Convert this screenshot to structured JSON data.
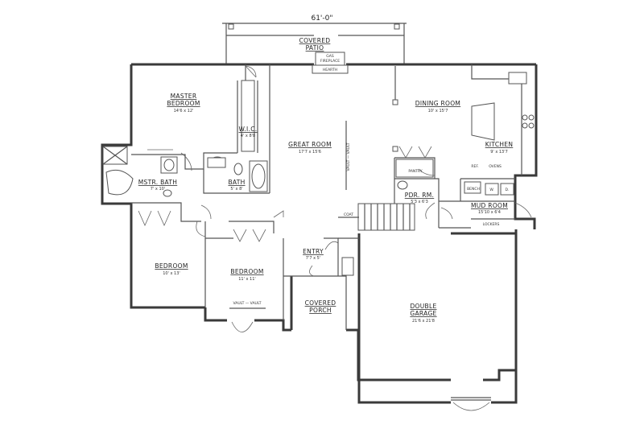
{
  "overall_dimension": "61'-0\"",
  "rooms": {
    "covered_patio": {
      "line1": "COVERED",
      "line2": "PATIO"
    },
    "fireplace": {
      "line1": "GAS",
      "line2": "FIREPLACE"
    },
    "hearth": "HEARTH",
    "master_bedroom": {
      "name": "MASTER",
      "name2": "BEDROOM",
      "dim": "14'6 x 12'"
    },
    "wic": {
      "name": "W.I.C.",
      "dim": "4' x 8'8"
    },
    "great_room": {
      "name": "GREAT ROOM",
      "dim": "17'7 x 15'6"
    },
    "dining_room": {
      "name": "DINING ROOM",
      "dim": "10' x 15'7"
    },
    "kitchen": {
      "name": "KITCHEN",
      "dim": "9' x 13'7"
    },
    "mstr_bath": {
      "name": "MSTR. BATH",
      "dim": "7' x 10'"
    },
    "bath": {
      "name": "BATH",
      "dim": "5' x 8'"
    },
    "pantry": "PANTRY",
    "pdr_rm": {
      "name": "PDR. RM.",
      "dim": "5'3 x 6'3"
    },
    "mud_room": {
      "name": "MUD ROOM",
      "dim": "15'10 x 6'4"
    },
    "ref": "REF.",
    "ovens": "OVENS",
    "bench": "BENCH",
    "lockers": "LOCKERS",
    "coat": "COAT",
    "bedroom1": {
      "name": "BEDROOM",
      "dim": "10' x 13'"
    },
    "bedroom2": {
      "name": "BEDROOM",
      "dim": "11' x 11'"
    },
    "entry": {
      "name": "ENTRY",
      "dim": "7'7 x 5'"
    },
    "covered_porch": {
      "line1": "COVERED",
      "line2": "PORCH"
    },
    "double_garage": {
      "line1": "DOUBLE",
      "line2": "GARAGE",
      "dim": "21'6 x 21'8"
    },
    "vault_great": "VAULT — VAULT",
    "vault_bed": "VAULT — VAULT",
    "washer": "W.",
    "dryer": "D."
  }
}
